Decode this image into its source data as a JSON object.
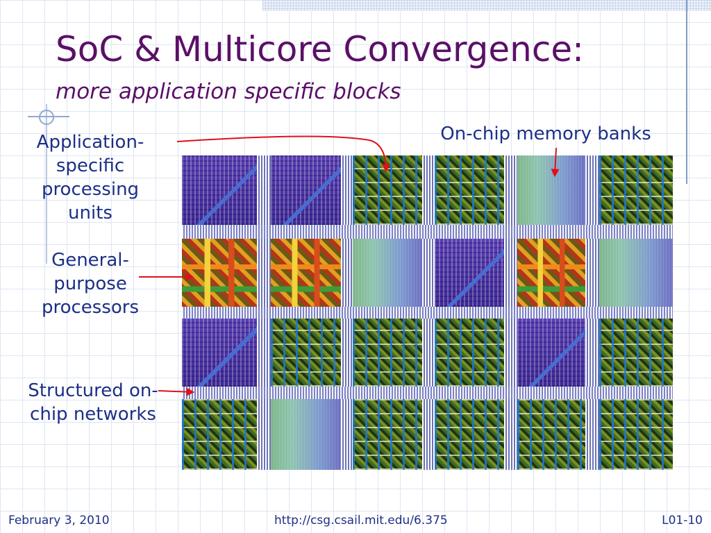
{
  "title": "SoC & Multicore Convergence:",
  "subtitle": "more application specific blocks",
  "labels": {
    "app_specific": "Application-\nspecific\nprocessing\nunits",
    "general_purpose": "General-\npurpose\nprocessors",
    "networks": "Structured on-\nchip networks",
    "memory": "On-chip memory banks"
  },
  "chip_grid": [
    [
      "app",
      "app",
      "dsp",
      "dsp",
      "mem",
      "dsp"
    ],
    [
      "gp",
      "gp",
      "mem",
      "app",
      "gp",
      "mem"
    ],
    [
      "app",
      "dsp",
      "dsp",
      "dsp",
      "app",
      "dsp"
    ],
    [
      "dsp",
      "mem",
      "dsp",
      "dsp",
      "dsp",
      "dsp"
    ]
  ],
  "colors": {
    "title": "#5b0f67",
    "label_text": "#1c2f86",
    "arrow": "#e0101a"
  },
  "footer": {
    "date": "February 3, 2010",
    "url": "http://csg.csail.mit.edu/6.375",
    "slide_number": "L01-10"
  }
}
